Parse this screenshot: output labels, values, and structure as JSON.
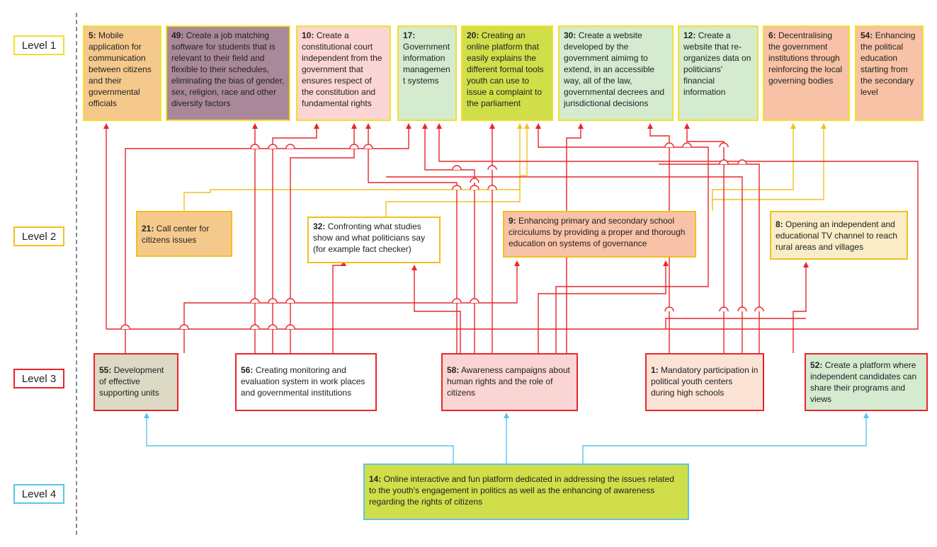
{
  "levels": [
    "Level 1",
    "Level 2",
    "Level 3",
    "Level 4"
  ],
  "colors": {
    "red": "#e8262a",
    "yellow": "#f2c021",
    "cyan": "#5ec4e8",
    "level1_border": "#f4df2a"
  },
  "nodes": [
    {
      "id": "5",
      "num": "5:",
      "text": "Mobile application for communication between citizens and their governmental officials",
      "fill": "#f5c98c",
      "border": "#f4df2a"
    },
    {
      "id": "49",
      "num": "49:",
      "text": "Create a job matching software for students that is relevant to their field and flexible to their schedules, eliminating the bias of gender, sex, religion, race and other diversity factors",
      "fill": "#a9889a",
      "border": "#f4df2a"
    },
    {
      "id": "10",
      "num": "10:",
      "text": "Create a constitutional court independent from the government that ensures respect of the constitution and fundamental rights",
      "fill": "#fad5d3",
      "border": "#f4df2a"
    },
    {
      "id": "17",
      "num": "17:",
      "text": "Government information managemen t systems",
      "fill": "#d4ebd0",
      "border": "#f4df2a"
    },
    {
      "id": "20",
      "num": "20:",
      "text": "Creating an online platform that easily explains the different formal tools youth can use to issue a complaint to the parliament",
      "fill": "#d0de4a",
      "border": "#f4df2a"
    },
    {
      "id": "30",
      "num": "30:",
      "text": "Create a website developed by the government aimimg to extend, in an accessible way, all of the law, governmental decrees and jurisdictional decisions",
      "fill": "#d4ebd0",
      "border": "#f4df2a"
    },
    {
      "id": "12",
      "num": "12:",
      "text": "Create a website that re-organizes data on politicians' financial information",
      "fill": "#d4ebd0",
      "border": "#f4df2a"
    },
    {
      "id": "6",
      "num": "6:",
      "text": "Decentralising the government institutions through reinforcing the local governing bodies",
      "fill": "#f8c2a7",
      "border": "#f4df2a"
    },
    {
      "id": "54",
      "num": "54:",
      "text": "Enhancing the political education starting from the secondary level",
      "fill": "#f8c2a7",
      "border": "#f4df2a"
    },
    {
      "id": "21",
      "num": "21:",
      "text": "Call center for citizens issues",
      "fill": "#f5c98c",
      "border": "#f2c021"
    },
    {
      "id": "32",
      "num": "32:",
      "text": "Confronting what studies show and what politicians say (for example fact checker)",
      "fill": "#ffffff",
      "border": "#f2c021"
    },
    {
      "id": "9",
      "num": "9:",
      "text": "Enhancing primary and secondary school circiculums by providing a proper and thorough education on systems of governance",
      "fill": "#f8c2a7",
      "border": "#f2c021"
    },
    {
      "id": "8",
      "num": "8:",
      "text": "Opening an independent and educational TV channel to reach rural areas and villages",
      "fill": "#f9ecc6",
      "border": "#f2c021"
    },
    {
      "id": "55",
      "num": "55:",
      "text": "Development of effective supporting units",
      "fill": "#dcd9c4",
      "border": "#e8262a"
    },
    {
      "id": "56",
      "num": "56:",
      "text": "Creating monitoring and evaluation system in work places and governmental institutions",
      "fill": "#ffffff",
      "border": "#e8262a"
    },
    {
      "id": "58",
      "num": "58:",
      "text": "Awareness campaigns about human rights and the role of citizens",
      "fill": "#fad5d3",
      "border": "#e8262a"
    },
    {
      "id": "1",
      "num": "1:",
      "text": "Mandatory participation in political youth centers during high schools",
      "fill": "#fbe4d6",
      "border": "#e8262a"
    },
    {
      "id": "52",
      "num": "52:",
      "text": "Create a platform where independent candidates can share their programs and views",
      "fill": "#d4ebd0",
      "border": "#e8262a"
    },
    {
      "id": "14",
      "num": "14:",
      "text": "Online interactive and fun platform dedicated in addressing the issues related to the youth's engagement in politics as well as the enhancing of awareness regarding the rights of citizens",
      "fill": "#d0de4a",
      "border": "#5ec4e8"
    }
  ]
}
